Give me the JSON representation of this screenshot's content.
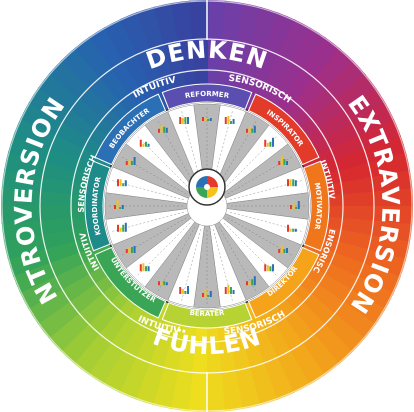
{
  "axes": {
    "top": "DENKEN",
    "bottom": "FÜHLEN",
    "left": "INTROVERSION",
    "right": "EXTRAVERSION"
  },
  "middle_ring": {
    "top_left": "INTUITIV",
    "top_right": "SENSORISCH",
    "bottom_left": "INTUITIV",
    "bottom_right": "SENSORISCH",
    "left_upper": "SENSORISCH",
    "left_lower": "INTUITIV",
    "right_upper": "INTUITIV",
    "right_lower": "SENSORISCH"
  },
  "type_labels": [
    {
      "text": "REFORMER",
      "color": "#5a4fb0"
    },
    {
      "text": "INSPIRATOR",
      "color": "#e23b2a"
    },
    {
      "text": "MOTIVATOR",
      "color": "#f0761c"
    },
    {
      "text": "DIREKTOR",
      "color": "#f5a31a"
    },
    {
      "text": "BERATER",
      "color": "#b6d233"
    },
    {
      "text": "UNTERSTÜTZER",
      "color": "#3aa655"
    },
    {
      "text": "KOORDINATOR",
      "color": "#1e8a8a"
    },
    {
      "text": "BEOBACHTER",
      "color": "#2b6fb5"
    }
  ],
  "colors": {
    "ring": [
      "#6b3fa8",
      "#9c2f8c",
      "#d7262f",
      "#ee6a1f",
      "#f3a61b",
      "#eede1e",
      "#a5cf34",
      "#2fa15a",
      "#1e8c86",
      "#2762b0",
      "#3b3d9c"
    ],
    "inner_bg": "#ffffff",
    "wedge_gray": "#b9b9b9",
    "center_colors": [
      "#e5392d",
      "#f4c21b",
      "#3aa655",
      "#2b6fb5"
    ]
  },
  "icons": {
    "center": "four-color-compass-icon",
    "bar_chart": "mini-bar-chart-icon"
  }
}
